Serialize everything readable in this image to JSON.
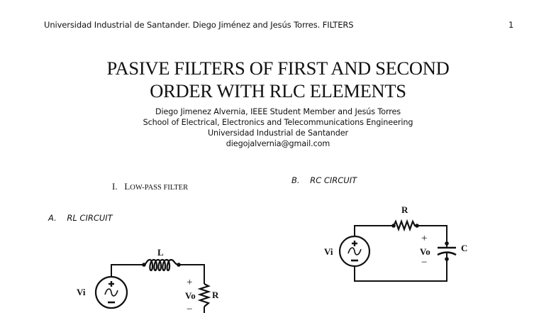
{
  "header": {
    "running_head": "Universidad Industrial de Santander. Diego Jiménez and Jesús Torres. FILTERS",
    "page_number": "1"
  },
  "title": {
    "line1": "PASIVE FILTERS OF FIRST AND SECOND",
    "line2": "ORDER WITH RLC ELEMENTS"
  },
  "authors": {
    "names": "Diego Jimenez Alvernia, IEEE Student Member and Jesús Torres",
    "school": "School of Electrical, Electronics and Telecommunications Engineering",
    "university": "Universidad Industrial de Santander",
    "email": "diegojalvernia@gmail.com"
  },
  "sections": [
    {
      "number": "I.",
      "title_first": "L",
      "title_rest": "OW-PASS FILTER",
      "subsections": [
        {
          "letter": "A.",
          "title": "RL CIRCUIT"
        },
        {
          "letter": "B.",
          "title": "RC CIRCUIT"
        }
      ]
    }
  ],
  "figures": {
    "rl_circuit": {
      "source_label": "Vi",
      "inductor_label": "L",
      "resistor_label": "R",
      "output_label": "Vo",
      "plus": "+",
      "minus": "−"
    },
    "rc_circuit": {
      "source_label": "Vi",
      "resistor_label": "R",
      "capacitor_label": "C",
      "output_label": "Vo",
      "plus": "+",
      "minus": "−"
    }
  }
}
